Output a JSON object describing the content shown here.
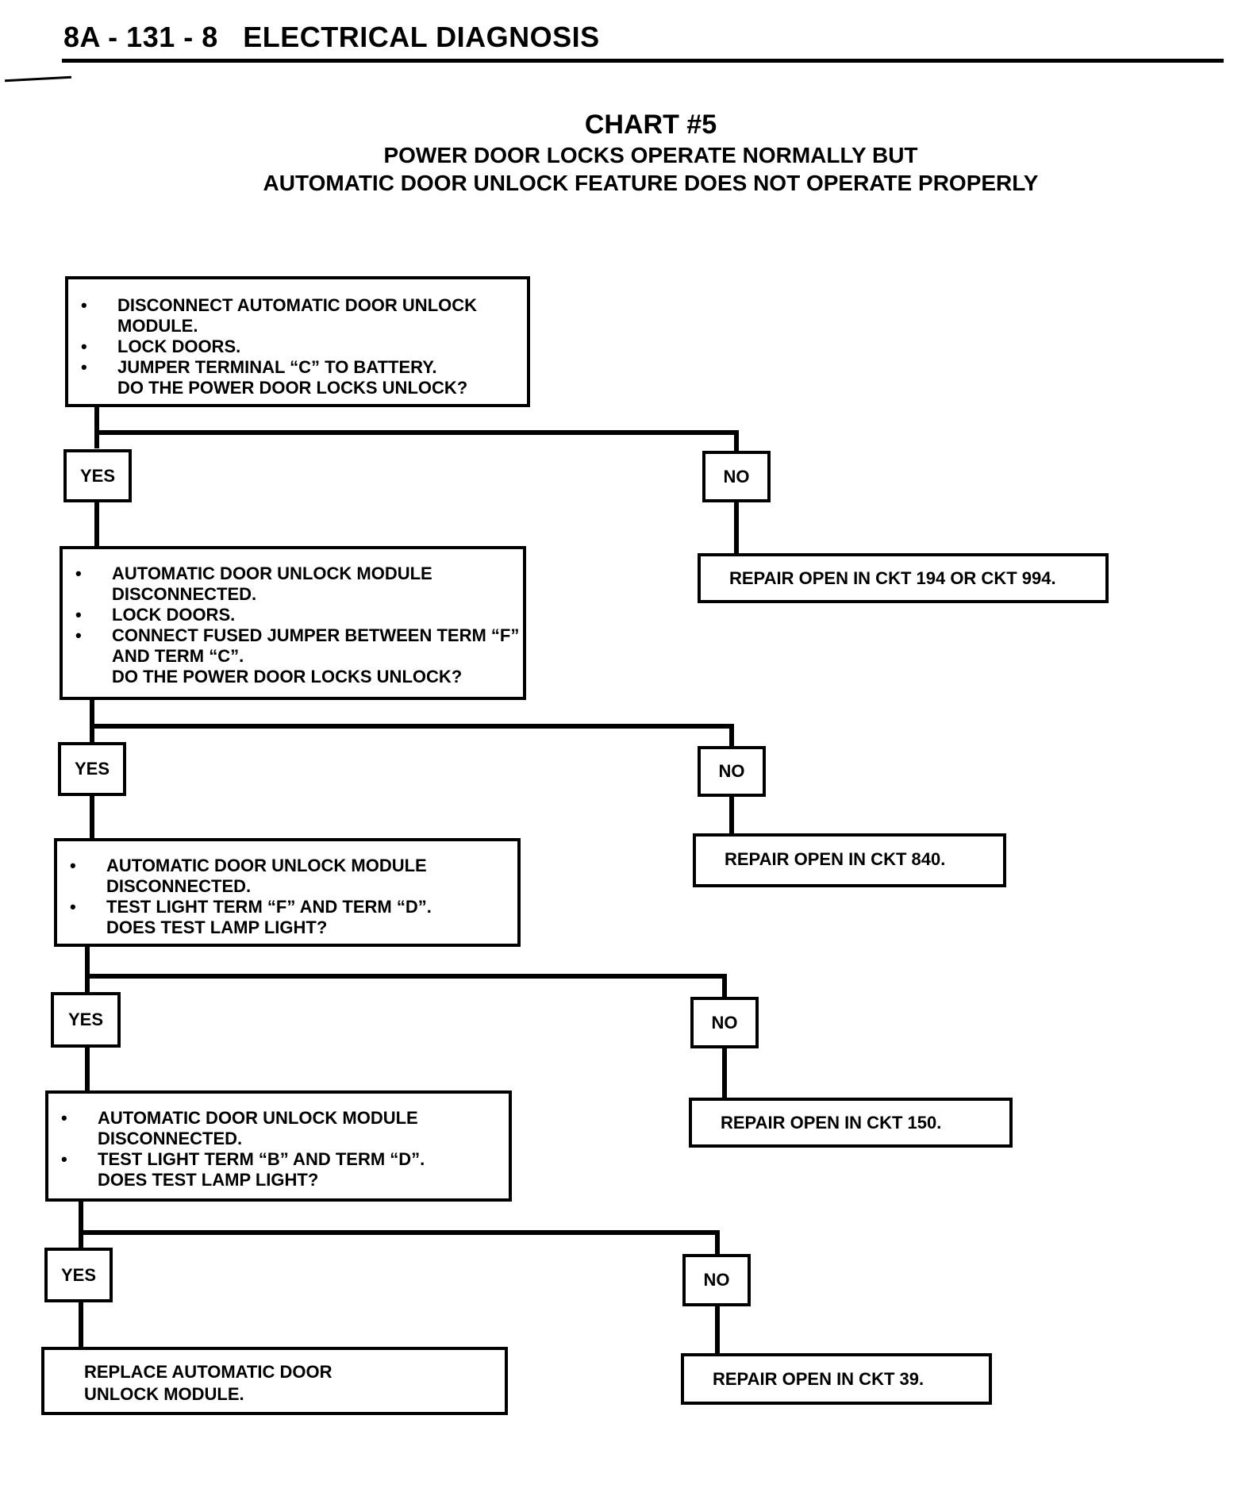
{
  "header": {
    "page_ref": "8A - 131 - 8",
    "section": "ELECTRICAL DIAGNOSIS"
  },
  "chart": {
    "title": "CHART #5",
    "subtitle_line1": "POWER DOOR LOCKS OPERATE NORMALLY BUT",
    "subtitle_line2": "AUTOMATIC DOOR UNLOCK FEATURE DOES NOT OPERATE PROPERLY"
  },
  "steps": [
    {
      "bullets": [
        "DISCONNECT AUTOMATIC DOOR UNLOCK MODULE.",
        "LOCK DOORS.",
        "JUMPER TERMINAL “C” TO BATTERY."
      ],
      "question": "DO THE POWER DOOR LOCKS UNLOCK?"
    },
    {
      "bullets": [
        "AUTOMATIC DOOR UNLOCK MODULE DISCONNECTED.",
        "LOCK DOORS.",
        "CONNECT FUSED JUMPER BETWEEN TERM “F” AND TERM “C”."
      ],
      "question": "DO THE POWER DOOR LOCKS UNLOCK?"
    },
    {
      "bullets": [
        "AUTOMATIC DOOR UNLOCK MODULE DISCONNECTED.",
        "TEST LIGHT TERM “F” AND TERM “D”."
      ],
      "question": "DOES TEST LAMP LIGHT?"
    },
    {
      "bullets": [
        "AUTOMATIC DOOR UNLOCK MODULE DISCONNECTED.",
        "TEST LIGHT TERM “B” AND TERM “D”."
      ],
      "question": "DOES TEST LAMP LIGHT?"
    }
  ],
  "labels": {
    "yes": "YES",
    "no": "NO"
  },
  "results": {
    "no_1": "REPAIR OPEN IN CKT 194 OR CKT 994.",
    "no_2": "REPAIR OPEN IN CKT 840.",
    "no_3": "REPAIR OPEN IN CKT 150.",
    "no_4": "REPAIR OPEN IN CKT 39.",
    "final_yes": "REPLACE AUTOMATIC DOOR UNLOCK MODULE."
  }
}
